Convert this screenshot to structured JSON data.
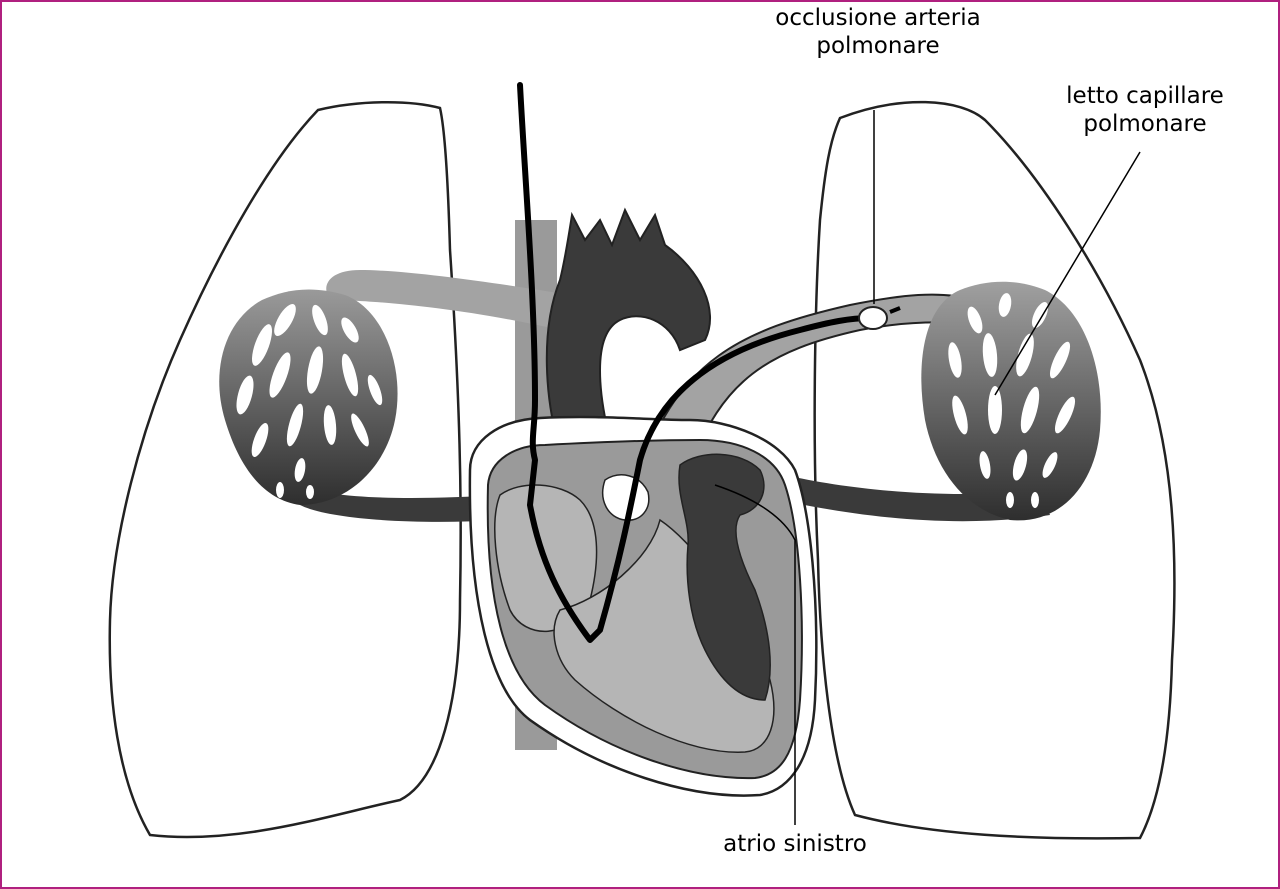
{
  "labels": {
    "occlusione": {
      "line1": "occlusione arteria",
      "line2": "polmonare"
    },
    "letto": {
      "line1": "letto capillare",
      "line2": "polmonare"
    },
    "atrio": {
      "line1": "atrio sinistro"
    }
  },
  "colors": {
    "frame": "#b0207f",
    "dark": "#3a3a3a",
    "mid": "#8c8c8c",
    "light": "#b5b5b5",
    "outline": "#222222"
  }
}
